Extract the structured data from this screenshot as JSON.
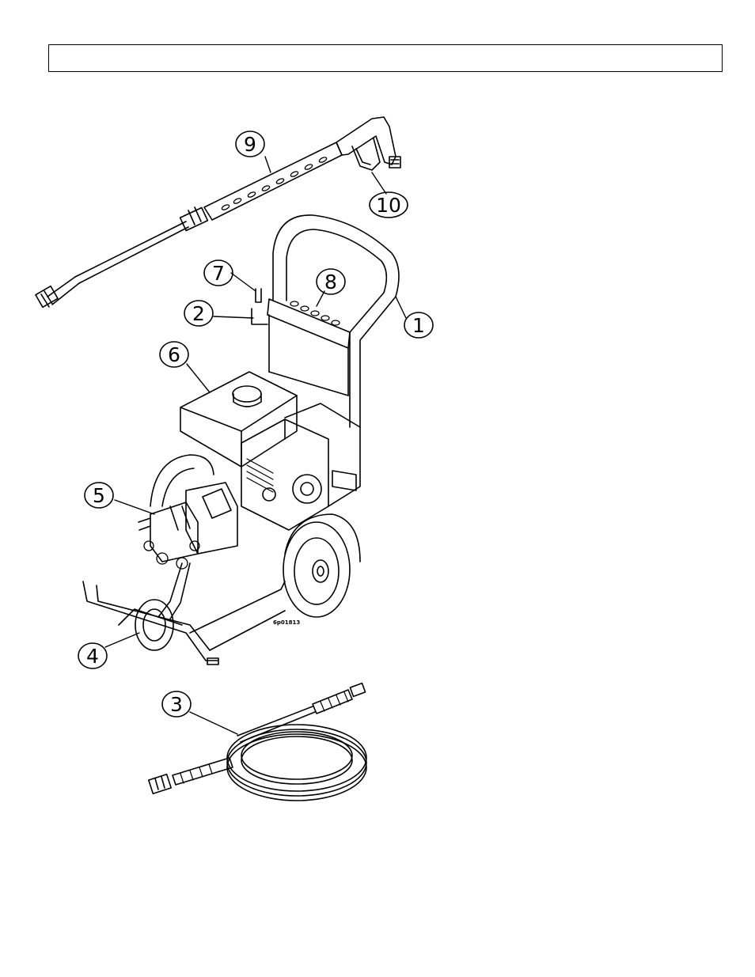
{
  "header": {
    "title": ""
  },
  "diagram": {
    "drawing_code": "6p01813",
    "callouts": [
      {
        "id": "c1",
        "label": "1"
      },
      {
        "id": "c2",
        "label": "2"
      },
      {
        "id": "c3",
        "label": "3"
      },
      {
        "id": "c4",
        "label": "4"
      },
      {
        "id": "c5",
        "label": "5"
      },
      {
        "id": "c6",
        "label": "6"
      },
      {
        "id": "c7",
        "label": "7"
      },
      {
        "id": "c8",
        "label": "8"
      },
      {
        "id": "c9",
        "label": "9"
      },
      {
        "id": "c10",
        "label": "10"
      }
    ]
  }
}
